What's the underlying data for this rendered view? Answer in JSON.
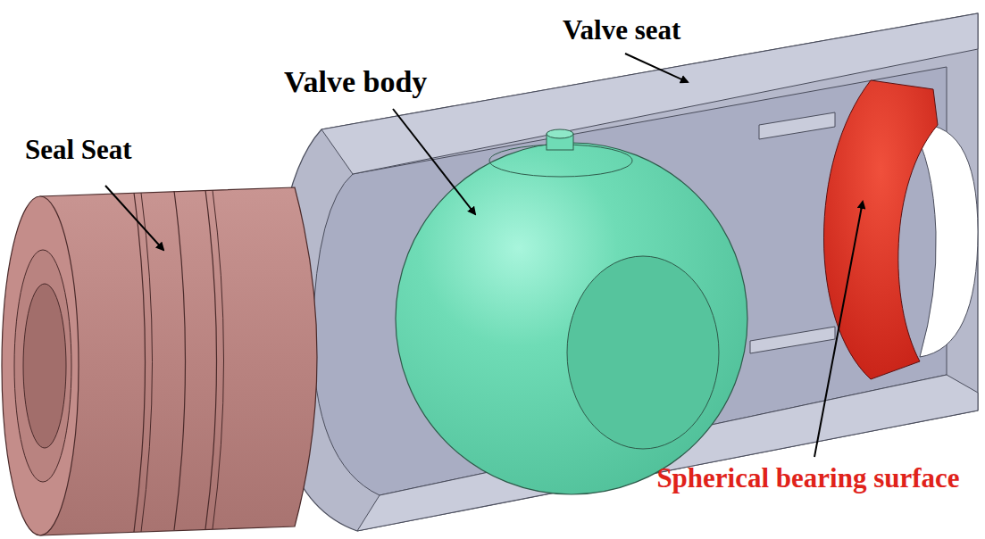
{
  "diagram": {
    "labels": [
      "Valve seat",
      "Valve body",
      "Seal Seat",
      "Spherical bearing surface"
    ]
  }
}
